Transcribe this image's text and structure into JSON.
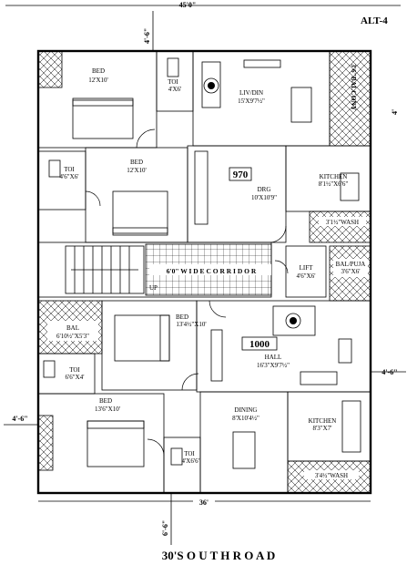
{
  "plan": {
    "alt_label": "ALT-4",
    "top_width": "45'0\"",
    "bottom_width": "36'",
    "road": "30'S O U T H  R O A D",
    "dim_top_left": "4'-6\"",
    "dim_left": "4'-6\"",
    "dim_right": "4'-6\"",
    "dim_bottom": "6'-6\"",
    "dim_right_top": "4'",
    "upper_unit_area": "970",
    "lower_unit_area": "1000",
    "corridor": "6'0\"  W I D E  C O R R I D O R",
    "stair_up": "UP"
  },
  "rooms": {
    "bed1": {
      "name": "BED",
      "size": "12'X10'"
    },
    "toi1": {
      "name": "TOI",
      "size": "4'X6'"
    },
    "livdin": {
      "name": "LIV/DIN",
      "size": "15'X9'7½\""
    },
    "balcony": {
      "name": "3'6\"BALCONY"
    },
    "toi2": {
      "name": "TOI",
      "size": "4'6\"X6'"
    },
    "bed2": {
      "name": "BED",
      "size": "12'X10'"
    },
    "drg": {
      "name": "DRG",
      "size": "10'X10'9\""
    },
    "kitchen1": {
      "name": "KITCHEN",
      "size": "8'1½\"X6'6\""
    },
    "wash1": {
      "name": "3'1½\"WASH"
    },
    "lift": {
      "name": "LIFT",
      "size": "4'6\"X6'"
    },
    "balpuja": {
      "name": "BAL/PUJA",
      "size": "3'6\"X6'"
    },
    "bal": {
      "name": "BAL",
      "size": "6'10½\"X5'3\""
    },
    "bed3": {
      "name": "BED",
      "size": "13'4½\"X10'"
    },
    "hall": {
      "name": "HALL",
      "size": "16'3\"X9'7½\""
    },
    "toi3": {
      "name": "TOI",
      "size": "6'6\"X4'"
    },
    "bed4": {
      "name": "BED",
      "size": "13'6\"X10'"
    },
    "dining": {
      "name": "DINING",
      "size": "8'X10'4½\""
    },
    "kitchen2": {
      "name": "KITCHEN",
      "size": "8'3\"X7'"
    },
    "toi4": {
      "name": "TOI",
      "size": "4'X6'6\""
    },
    "wash2": {
      "name": "3'4½\"WASH"
    }
  }
}
